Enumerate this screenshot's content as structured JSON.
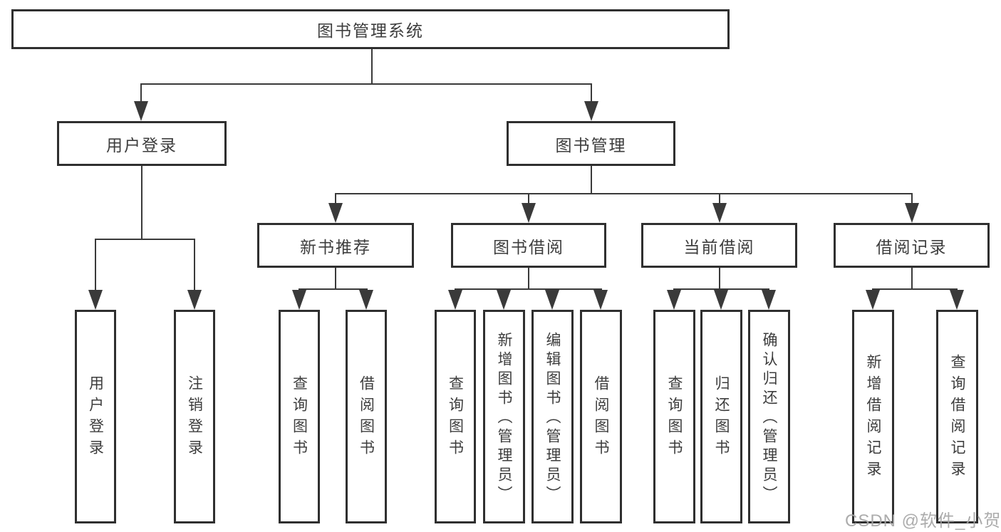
{
  "nodes": {
    "root": "图书管理系统",
    "user_login": "用户登录",
    "book_mgmt": "图书管理",
    "new_book_rec": "新书推荐",
    "book_borrow": "图书借阅",
    "current_borrow": "当前借阅",
    "borrow_records": "借阅记录",
    "leaf_user_login": "用户登录",
    "leaf_logout": "注销登录",
    "leaf_query_books_rec": "查询图书",
    "leaf_borrow_books_rec": "借阅图书",
    "leaf_query_books_borrow": "查询图书",
    "leaf_add_book_admin": "新增图书（管理员）",
    "leaf_edit_book_admin": "编辑图书（管理员）",
    "leaf_borrow_books_borrow": "借阅图书",
    "leaf_query_books_current": "查询图书",
    "leaf_return_book": "归还图书",
    "leaf_confirm_return_admin": "确认归还（管理员）",
    "leaf_add_borrow_record": "新增借阅记录",
    "leaf_query_borrow_record": "查询借阅记录"
  },
  "watermark": "CSDN @软件_小贺同学"
}
